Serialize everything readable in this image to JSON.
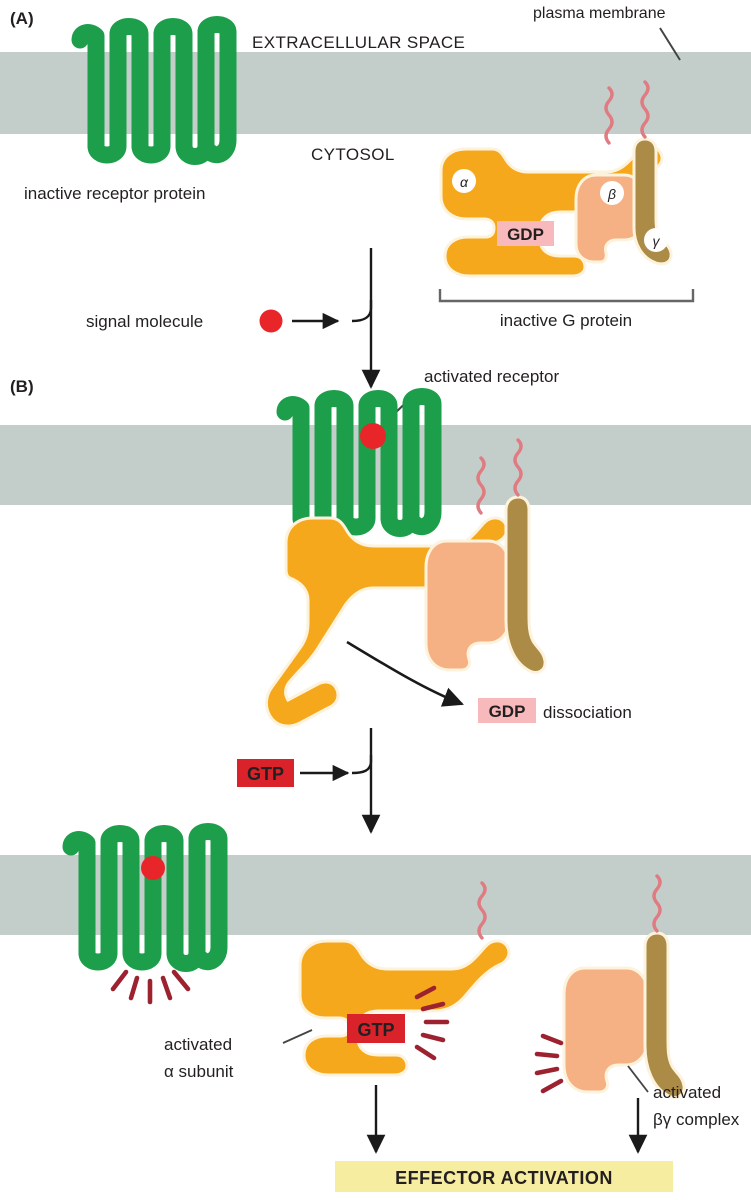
{
  "figure": {
    "title": "G-protein-coupled receptor activation of a trimeric G protein",
    "background_color": "#ffffff"
  },
  "colors": {
    "membrane": "#c3ceca",
    "receptor_green": "#1c9e4b",
    "alpha_orange": "#f5a81c",
    "beta_peach": "#f5b183",
    "gamma_brown": "#ab8b45",
    "signal_red": "#e8262a",
    "gtp_box_red": "#d9222a",
    "gdp_box_pink": "#f8b9bc",
    "gdp_text_red": "#e8262a",
    "effector_yellow": "#f7eda0",
    "burst_dark_red": "#9c2230",
    "lipid_tail_pink": "#e07b82",
    "text": "#231f20"
  },
  "panels": [
    {
      "id": "A",
      "label": "(A)"
    },
    {
      "id": "B",
      "label": "(B)"
    }
  ],
  "labels": {
    "extracellular_space": "EXTRACELLULAR SPACE",
    "cytosol": "CYTOSOL",
    "plasma_membrane": "plasma membrane",
    "inactive_receptor_protein": "inactive receptor protein",
    "inactive_g_protein": "inactive G protein",
    "signal_molecule": "signal molecule",
    "activated_receptor": "activated receptor",
    "gdp_dissociation": "dissociation",
    "activated_alpha_line1": "activated",
    "activated_alpha_line2": "α subunit",
    "activated_bg_line1": "activated",
    "activated_bg_line2": "βγ complex",
    "effector_activation": "EFFECTOR ACTIVATION"
  },
  "subunits": {
    "alpha": "α",
    "beta": "β",
    "gamma": "γ"
  },
  "nucleotides": {
    "gdp": "GDP",
    "gtp": "GTP"
  },
  "icons": {
    "signal_molecule": "red-circle-icon",
    "lipid_anchor": "squiggle-lipid-tail-icon",
    "activation_burst": "radiating-burst-icon",
    "flow_arrow": "down-arrow-icon",
    "leader_line": "leader-line-icon",
    "bracket": "bracket-icon"
  }
}
